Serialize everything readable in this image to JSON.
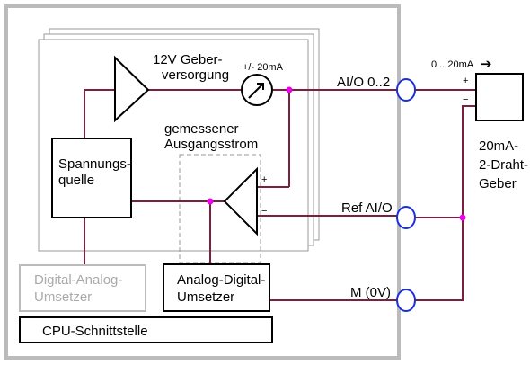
{
  "labels": {
    "supply_line1": "12V Geber-",
    "supply_line2": "versorgung",
    "meter_range": "+/- 20mA",
    "measured_line1": "gemessener",
    "measured_line2": "Ausgangsstrom",
    "source_line1": "Spannungs-",
    "source_line2": "quelle",
    "dac_line1": "Digital-Analog-",
    "dac_line2": "Umsetzer",
    "adc_line1": "Analog-Digital-",
    "adc_line2": "Umsetzer",
    "cpu_interface": "CPU-Schnittstelle",
    "aio_channel": "AI/O 0..2",
    "ref_aio": "Ref AI/O",
    "ground": "M (0V)",
    "current_range": "0 .. 20mA",
    "current_arrow": "➔",
    "transmitter_line1": "20mA-",
    "transmitter_line2": "2-Draht-",
    "transmitter_line3": "Geber",
    "amp_plus": "+",
    "amp_minus": "−",
    "sensor_plus": "+",
    "sensor_minus": "−"
  },
  "colors": {
    "wire": "#7a1f3d",
    "junction": "#ee00ee",
    "connector": "#1a2fd6",
    "module_border": "#bbbbbb",
    "disabled_text": "#aaaaaa"
  }
}
